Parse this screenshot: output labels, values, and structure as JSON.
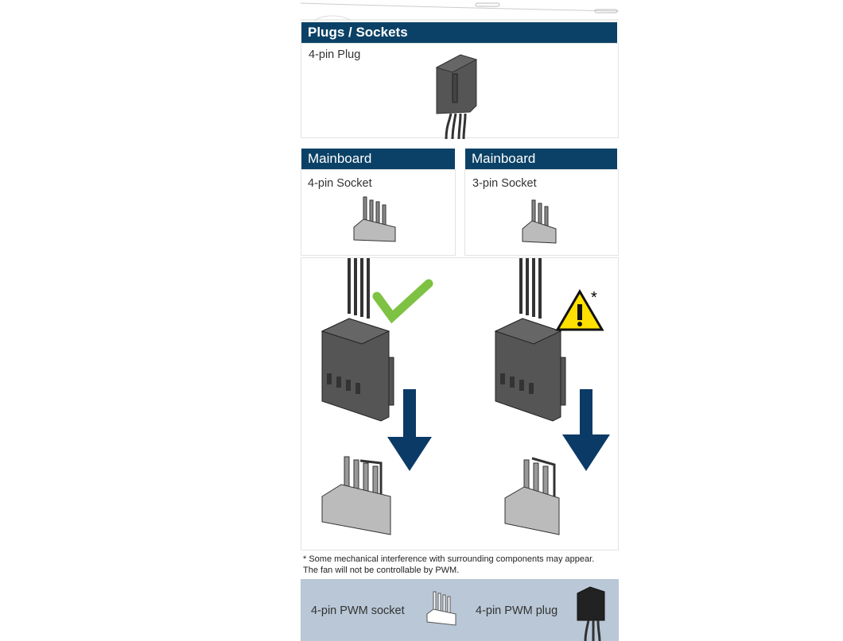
{
  "section": {
    "title": "Plugs / Sockets"
  },
  "plug_panel": {
    "label": "4-pin Plug"
  },
  "mainboard_left": {
    "title": "Mainboard",
    "label": "4-pin Socket"
  },
  "mainboard_right": {
    "title": "Mainboard",
    "label": "3-pin Socket"
  },
  "compat": {
    "ok_icon": "checkmark-icon",
    "warn_icon": "warning-icon",
    "warn_mark": "*",
    "ok_color": "#7dc242",
    "arrow_color": "#0b3a66"
  },
  "footnote": {
    "line1": "* Some mechanical interference with surrounding components may appear.",
    "line2": "The fan will not be controllable by PWM."
  },
  "legend": {
    "socket_label": "4-pin PWM socket",
    "plug_label": "4-pin PWM plug"
  },
  "colors": {
    "header": "#0b4166",
    "legend_bg": "#b9c7d6"
  }
}
